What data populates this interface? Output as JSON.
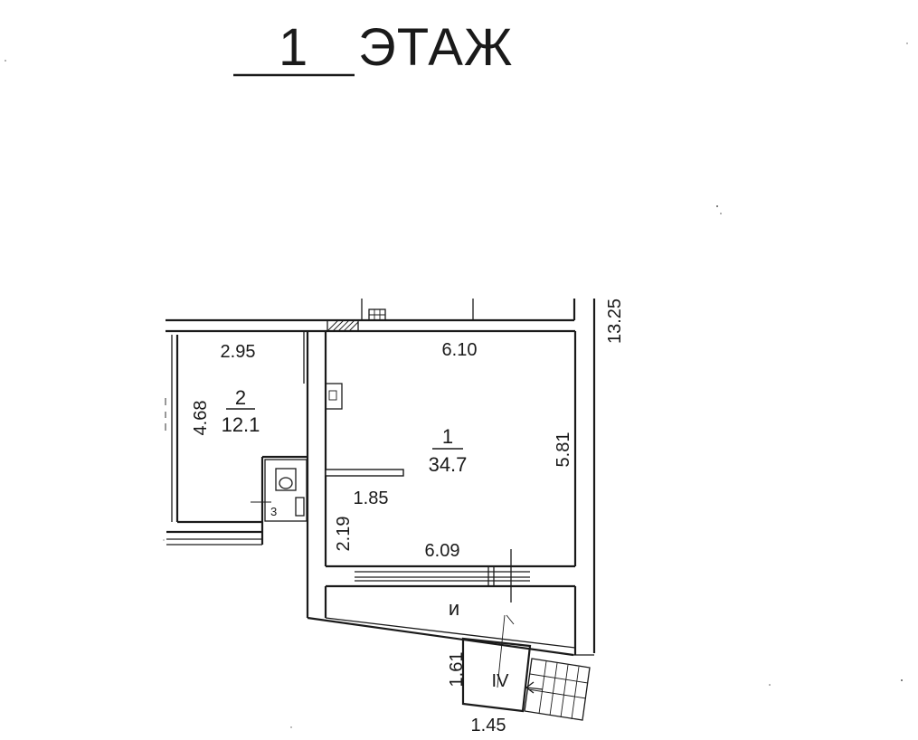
{
  "title": {
    "floor_number": "1",
    "floor_word": "ЭТАЖ"
  },
  "rooms": [
    {
      "number": "1",
      "area": "34.7"
    },
    {
      "number": "2",
      "area": "12.1"
    },
    {
      "number": "3"
    }
  ],
  "zones": [
    {
      "label": "и"
    },
    {
      "label": "IV"
    }
  ],
  "dimensions": {
    "room1_top": "6.10",
    "room1_right": "5.81",
    "room1_bottom": "6.09",
    "room1_partition": "1.85",
    "room1_left_lower": "2.19",
    "room2_top": "2.95",
    "room2_left": "4.68",
    "overall_right": "13.25",
    "porch_height": "1.61",
    "porch_width": "1.45"
  }
}
